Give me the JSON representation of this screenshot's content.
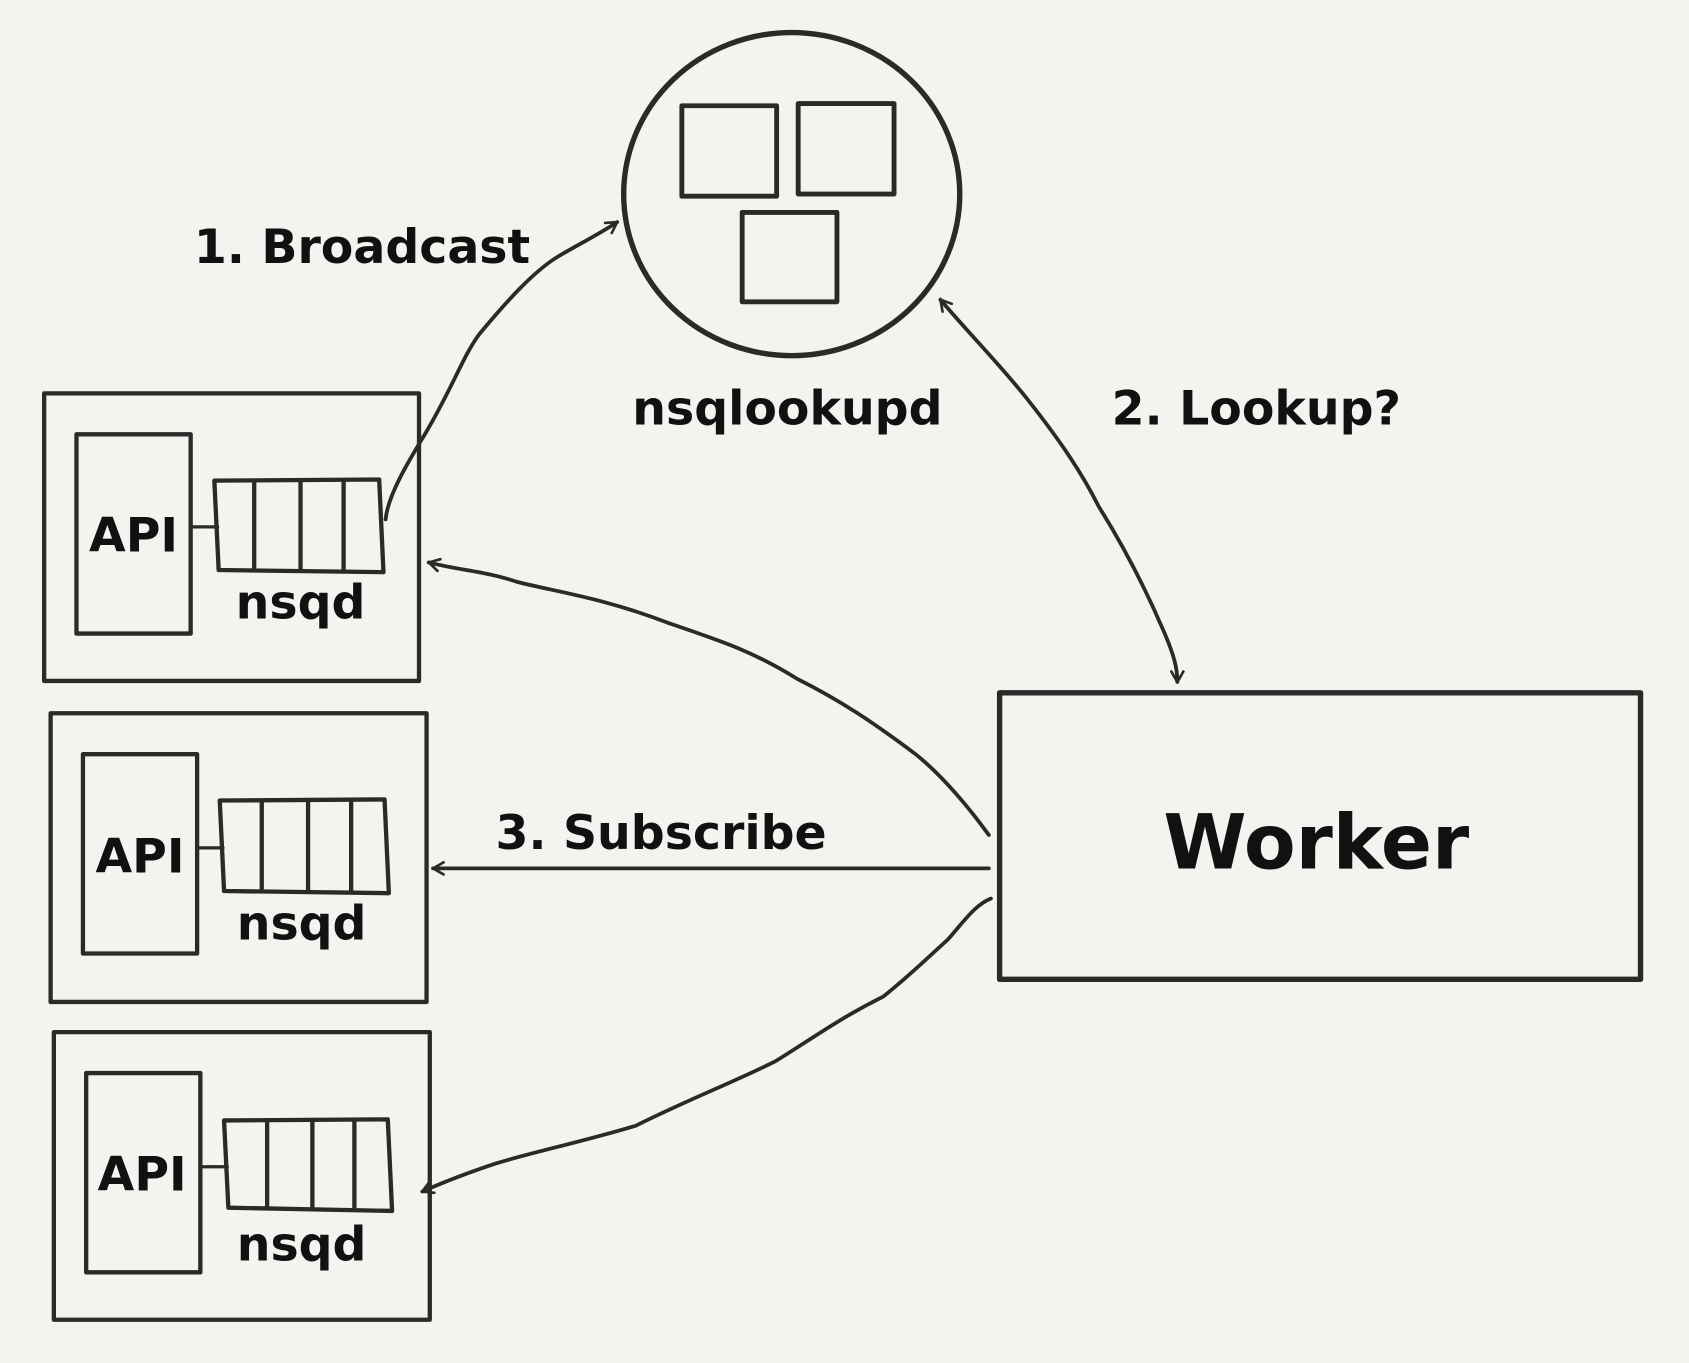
{
  "diagram": {
    "nsqlookupd": {
      "label": "nsqlookupd",
      "node_color": "#76c9b0",
      "node_count": 3
    },
    "nsqd_nodes": [
      {
        "api_label": "API",
        "queue_label": "nsqd"
      },
      {
        "api_label": "API",
        "queue_label": "nsqd"
      },
      {
        "api_label": "API",
        "queue_label": "nsqd"
      }
    ],
    "worker": {
      "label": "Worker",
      "color": "#f7cf7e"
    },
    "steps": {
      "broadcast": "1. Broadcast",
      "lookup": "2. Lookup?",
      "subscribe": "3. Subscribe"
    },
    "colors": {
      "background": "#f4f3ef",
      "api_box": "#b9b5ae",
      "queue": "#64b1c8",
      "outline": "#2a2a28"
    }
  }
}
